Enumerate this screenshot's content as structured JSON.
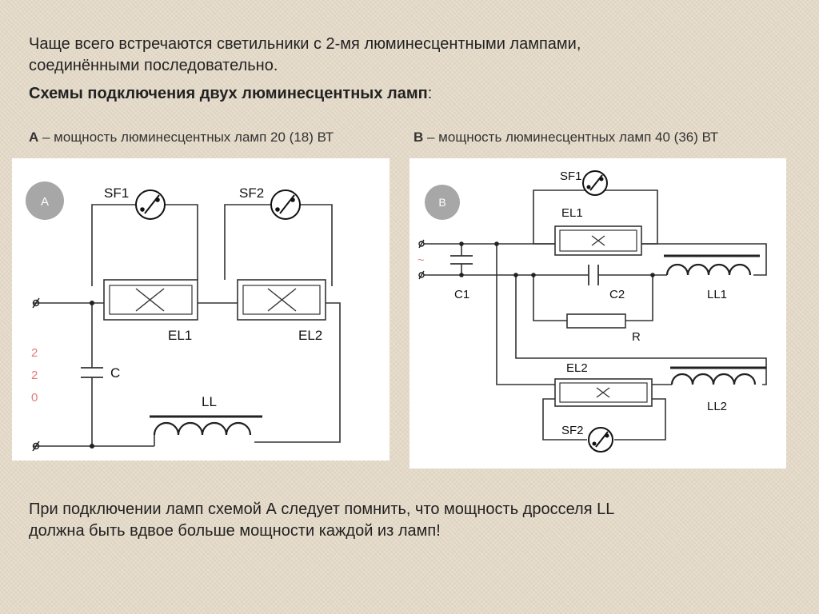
{
  "intro": {
    "line1": "Чаще всего встречаются светильники с 2-мя люминесцентными лампами,",
    "line2": "соединёнными последовательно."
  },
  "subtitle": {
    "text": "Схемы подключения  двух люминесцентных ламп",
    "colon": ":"
  },
  "captions": {
    "a": {
      "letter": "А",
      "text": " – мощность люминесцентных ламп 20 (18) ВТ"
    },
    "b": {
      "letter": "В",
      "text": " – мощность люминесцентных ламп 40 (36) ВТ"
    }
  },
  "diagram_a": {
    "badge": "А",
    "starter1": "SF1",
    "starter2": "SF2",
    "lamp1": "EL1",
    "lamp2": "EL2",
    "capacitor": "C",
    "choke": "LL",
    "voltage_digits": [
      "2",
      "2",
      "0"
    ],
    "voltage_color": "#e87a7a"
  },
  "diagram_b": {
    "badge": "В",
    "starter1": "SF1",
    "starter2": "SF2",
    "lamp1": "EL1",
    "lamp2": "EL2",
    "capacitor1": "C1",
    "capacitor2": "C2",
    "resistor": "R",
    "choke1": "LL1",
    "choke2": "LL2",
    "ac_symbol": "~",
    "ac_color": "#e87a7a"
  },
  "footer": {
    "line1": "При подключении ламп схемой А следует помнить, что мощность дросселя LL",
    "line2": "должна быть вдвое больше мощности каждой из ламп!"
  }
}
